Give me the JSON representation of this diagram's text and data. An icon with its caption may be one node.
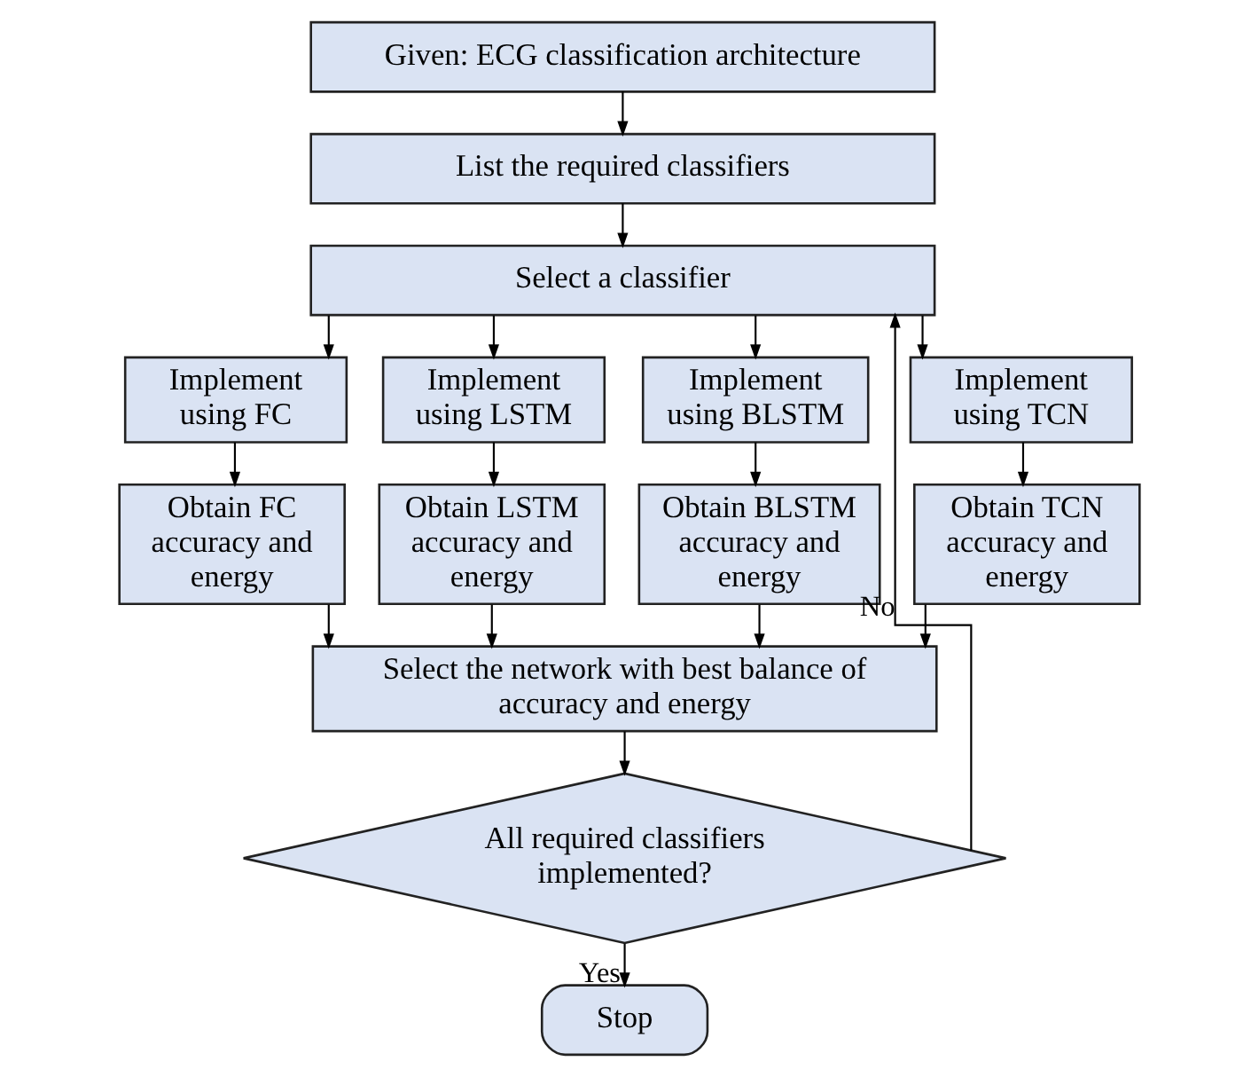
{
  "diagram": {
    "nodes": [
      {
        "text": [
          "Given: ECG classification architecture"
        ]
      },
      {
        "text": [
          "List the required classifiers"
        ]
      },
      {
        "text": [
          "Select a classifier"
        ]
      },
      {
        "text": [
          "Implement using FC"
        ]
      },
      {
        "text": [
          "Implement using LSTM"
        ]
      },
      {
        "text": [
          "Implement using BLSTM"
        ]
      },
      {
        "text": [
          "Implement using TCN"
        ]
      },
      {
        "text": [
          "Obtain FC accuracy and energy"
        ]
      },
      {
        "text": [
          "Obtain LSTM accuracy and energy"
        ]
      },
      {
        "text": [
          "Obtain BLSTM accuracy and energy"
        ]
      },
      {
        "text": [
          "Obtain TCN accuracy and energy"
        ]
      },
      {
        "text": [
          "Select the network with best balance of accuracy and energy"
        ]
      },
      {
        "text": [
          "All required classifiers implemented?"
        ]
      },
      {
        "text": [
          "Stop"
        ]
      }
    ],
    "edges": [
      {
        "from": 0,
        "to": 1,
        "arrow": "to"
      },
      {
        "from": 1,
        "to": 2,
        "arrow": "to"
      },
      {
        "from": 2,
        "to": 3,
        "arrow": "to"
      },
      {
        "from": 2,
        "to": 4,
        "arrow": "to"
      },
      {
        "from": 2,
        "to": 5,
        "arrow": "to"
      },
      {
        "from": 2,
        "to": 6,
        "arrow": "to"
      },
      {
        "from": 3,
        "to": 7,
        "arrow": "to"
      },
      {
        "from": 4,
        "to": 8,
        "arrow": "to"
      },
      {
        "from": 5,
        "to": 9,
        "arrow": "to"
      },
      {
        "from": 6,
        "to": 10,
        "arrow": "to"
      },
      {
        "from": 7,
        "to": 11,
        "arrow": "to"
      },
      {
        "from": 8,
        "to": 11,
        "arrow": "to"
      },
      {
        "from": 9,
        "to": 11,
        "arrow": "to"
      },
      {
        "from": 10,
        "to": 11,
        "arrow": "to"
      },
      {
        "from": 11,
        "to": 12,
        "arrow": "to"
      },
      {
        "from": 12,
        "to": 13,
        "arrow": "to",
        "label": "Yes"
      },
      {
        "from": 12,
        "to": 2,
        "arrow": "to",
        "label": "No"
      }
    ]
  }
}
